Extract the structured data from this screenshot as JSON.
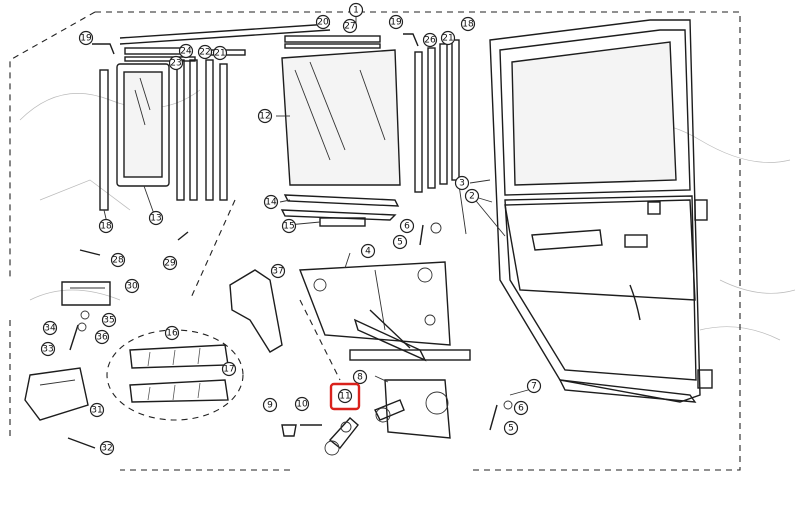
{
  "diagram": {
    "callouts": [
      {
        "id": "c1",
        "label": "1"
      },
      {
        "id": "c2",
        "label": "2"
      },
      {
        "id": "c3",
        "label": "3"
      },
      {
        "id": "c4",
        "label": "4"
      },
      {
        "id": "c5a",
        "label": "5"
      },
      {
        "id": "c5b",
        "label": "5"
      },
      {
        "id": "c6a",
        "label": "6"
      },
      {
        "id": "c6b",
        "label": "6"
      },
      {
        "id": "c7",
        "label": "7"
      },
      {
        "id": "c8",
        "label": "8"
      },
      {
        "id": "c9",
        "label": "9"
      },
      {
        "id": "c10",
        "label": "10"
      },
      {
        "id": "c11",
        "label": "11"
      },
      {
        "id": "c12",
        "label": "12"
      },
      {
        "id": "c13",
        "label": "13"
      },
      {
        "id": "c14",
        "label": "14"
      },
      {
        "id": "c15",
        "label": "15"
      },
      {
        "id": "c16",
        "label": "16"
      },
      {
        "id": "c17",
        "label": "17"
      },
      {
        "id": "c18a",
        "label": "18"
      },
      {
        "id": "c18b",
        "label": "18"
      },
      {
        "id": "c19a",
        "label": "19"
      },
      {
        "id": "c19b",
        "label": "19"
      },
      {
        "id": "c20",
        "label": "20"
      },
      {
        "id": "c21a",
        "label": "21"
      },
      {
        "id": "c21b",
        "label": "21"
      },
      {
        "id": "c22",
        "label": "22"
      },
      {
        "id": "c23",
        "label": "23"
      },
      {
        "id": "c24",
        "label": "24"
      },
      {
        "id": "c26",
        "label": "26"
      },
      {
        "id": "c27",
        "label": "27"
      },
      {
        "id": "c28",
        "label": "28"
      },
      {
        "id": "c29",
        "label": "29"
      },
      {
        "id": "c30",
        "label": "30"
      },
      {
        "id": "c31",
        "label": "31"
      },
      {
        "id": "c32",
        "label": "32"
      },
      {
        "id": "c33",
        "label": "33"
      },
      {
        "id": "c34",
        "label": "34"
      },
      {
        "id": "c35",
        "label": "35"
      },
      {
        "id": "c36",
        "label": "36"
      },
      {
        "id": "c37",
        "label": "37"
      }
    ],
    "highlight": {
      "target": "c11",
      "color": "#d9221c"
    }
  }
}
